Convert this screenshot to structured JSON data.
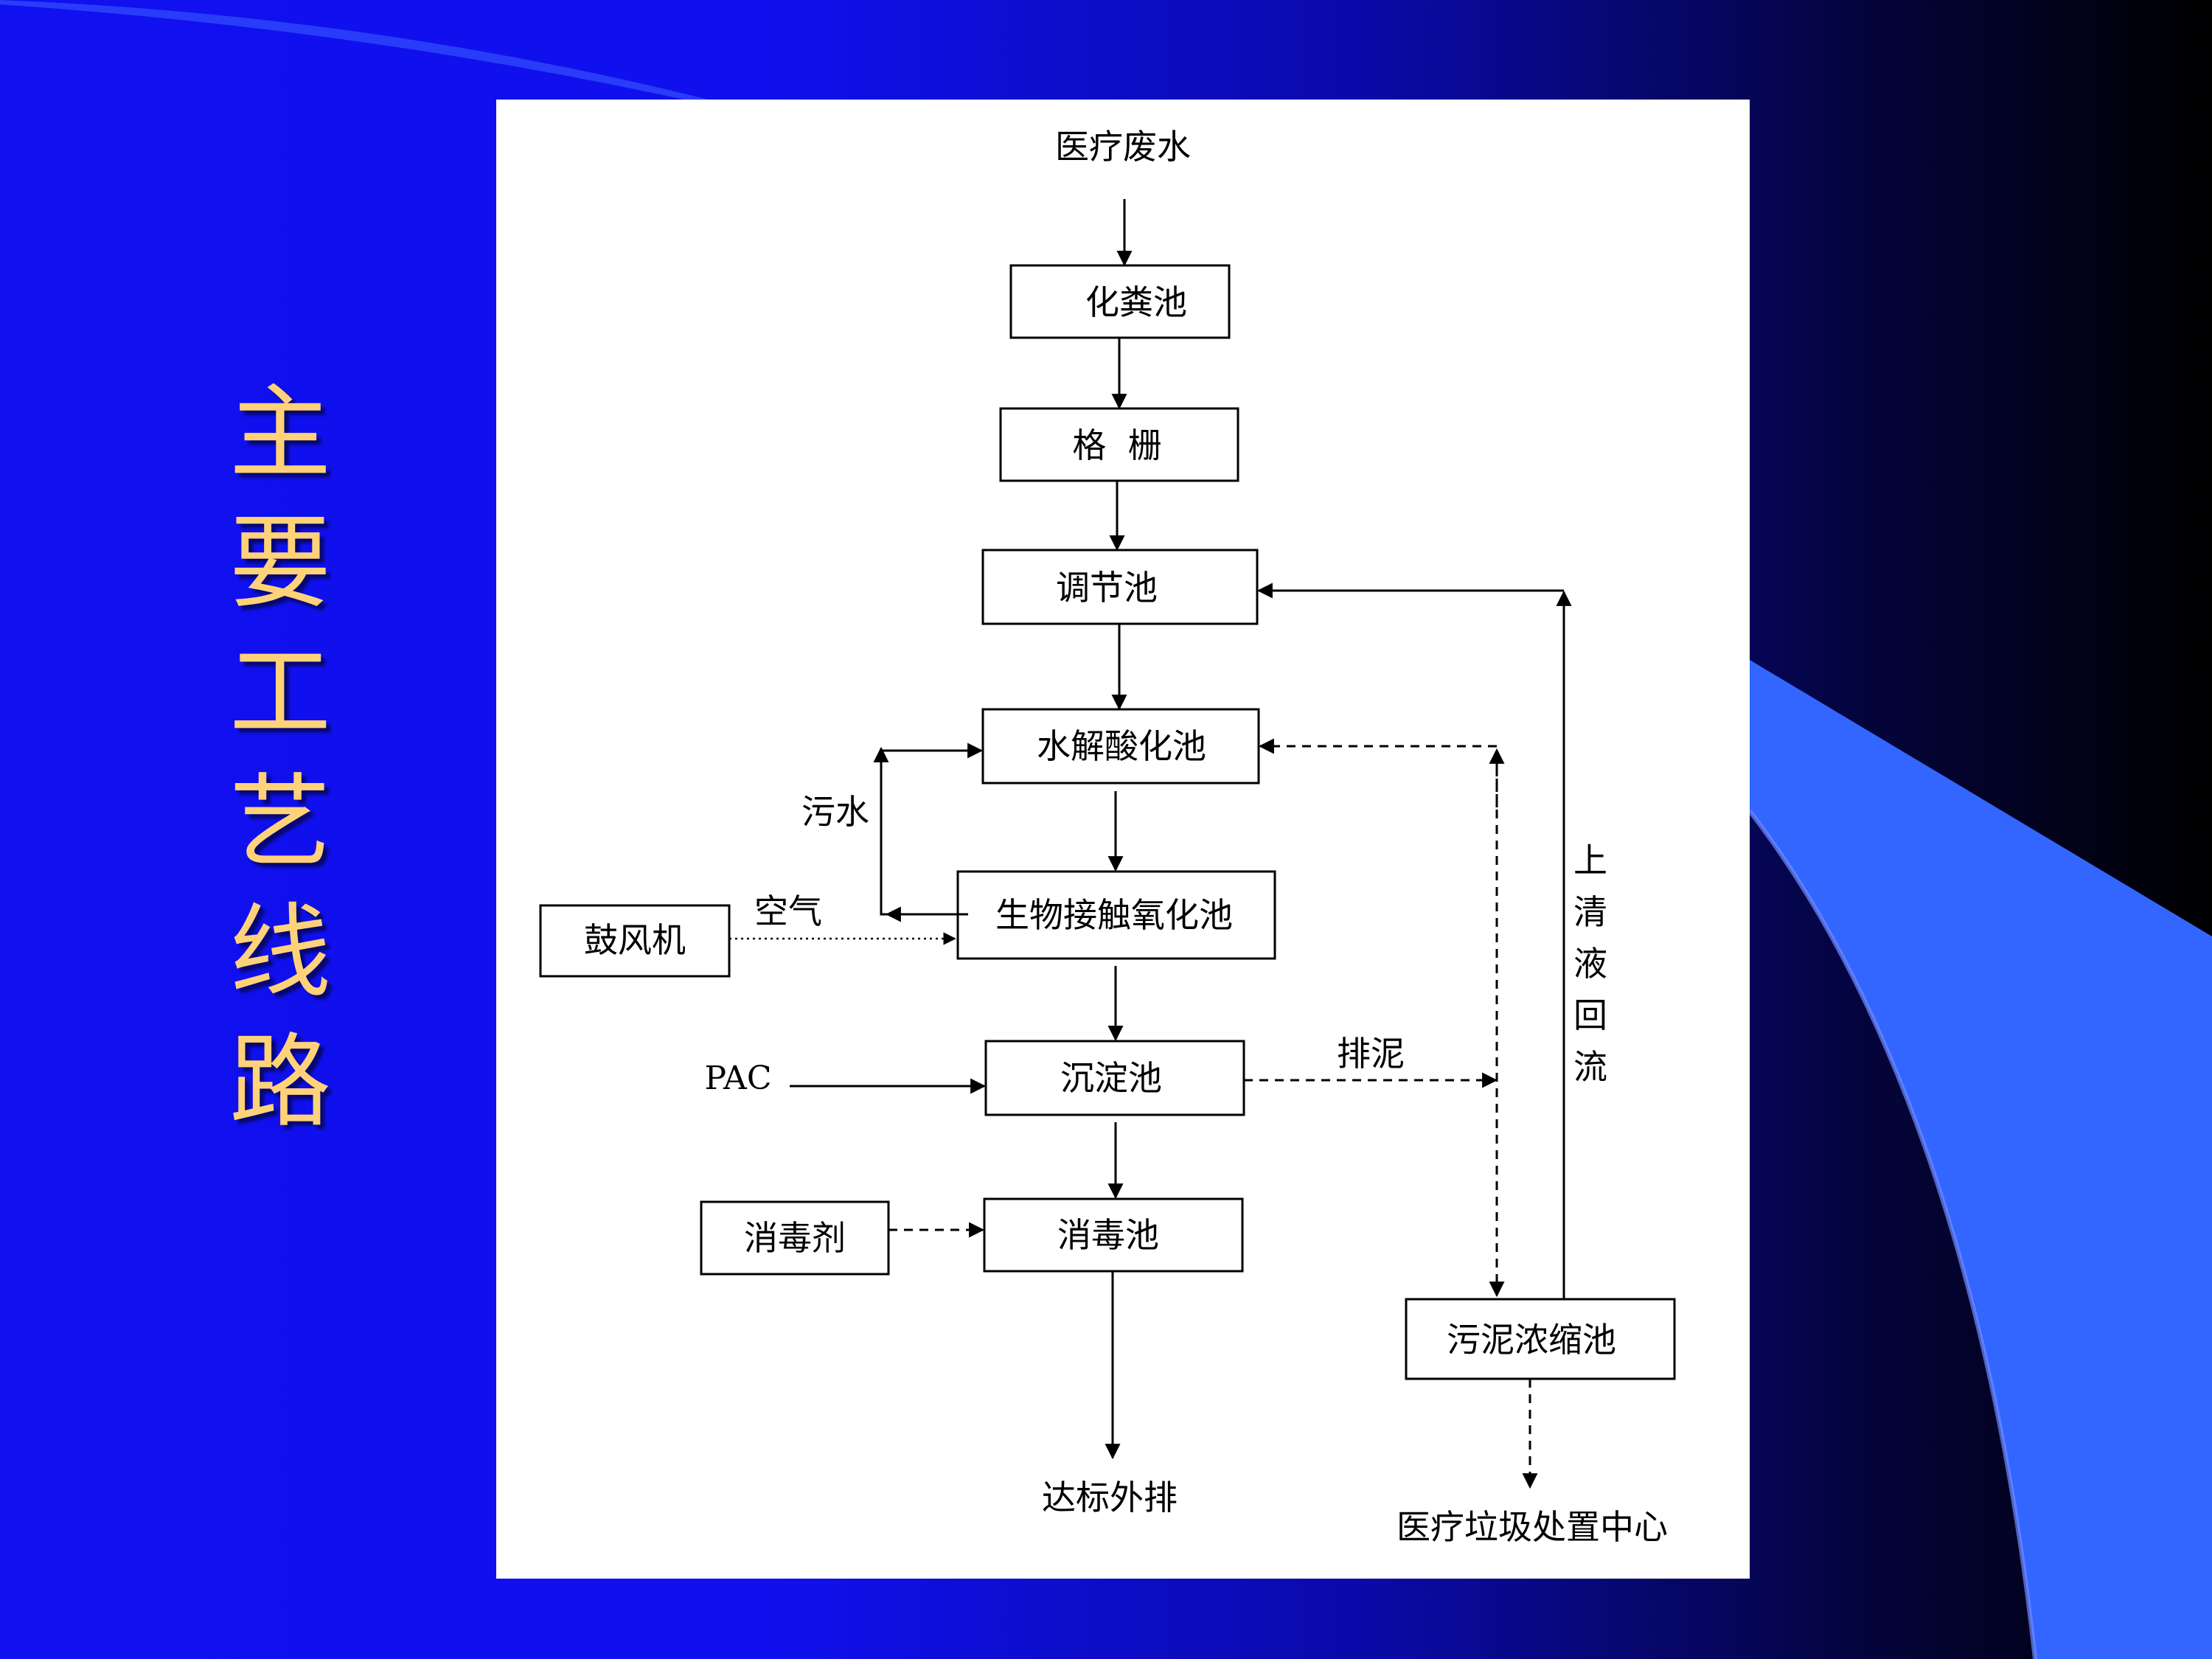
{
  "slide": {
    "title_chars": [
      "主",
      "要",
      "工",
      "艺",
      "线",
      "路"
    ]
  },
  "colors": {
    "title": "#ffd27a",
    "background_blue": "#1010f0",
    "accent_shape": "#3366ff"
  },
  "diagram": {
    "start_label": "医疗废水",
    "nodes": {
      "septic_tank": "化粪池",
      "grille": "格  栅",
      "adjust_tank": "调节池",
      "hydrolysis_tank": "水解酸化池",
      "bio_oxidation_tank": "生物接触氧化池",
      "sedimentation_tank": "沉淀池",
      "disinfection_tank": "消毒池",
      "blower": "鼓风机",
      "disinfectant": "消毒剂",
      "sludge_tank": "污泥浓缩池"
    },
    "labels": {
      "sewage": "污水",
      "air": "空气",
      "pac": "PAC",
      "sludge_discharge": "排泥",
      "supernatant": [
        "上",
        "清",
        "液",
        "回",
        "流"
      ],
      "outlet": "达标外排",
      "waste_center": "医疗垃圾处置中心"
    }
  }
}
